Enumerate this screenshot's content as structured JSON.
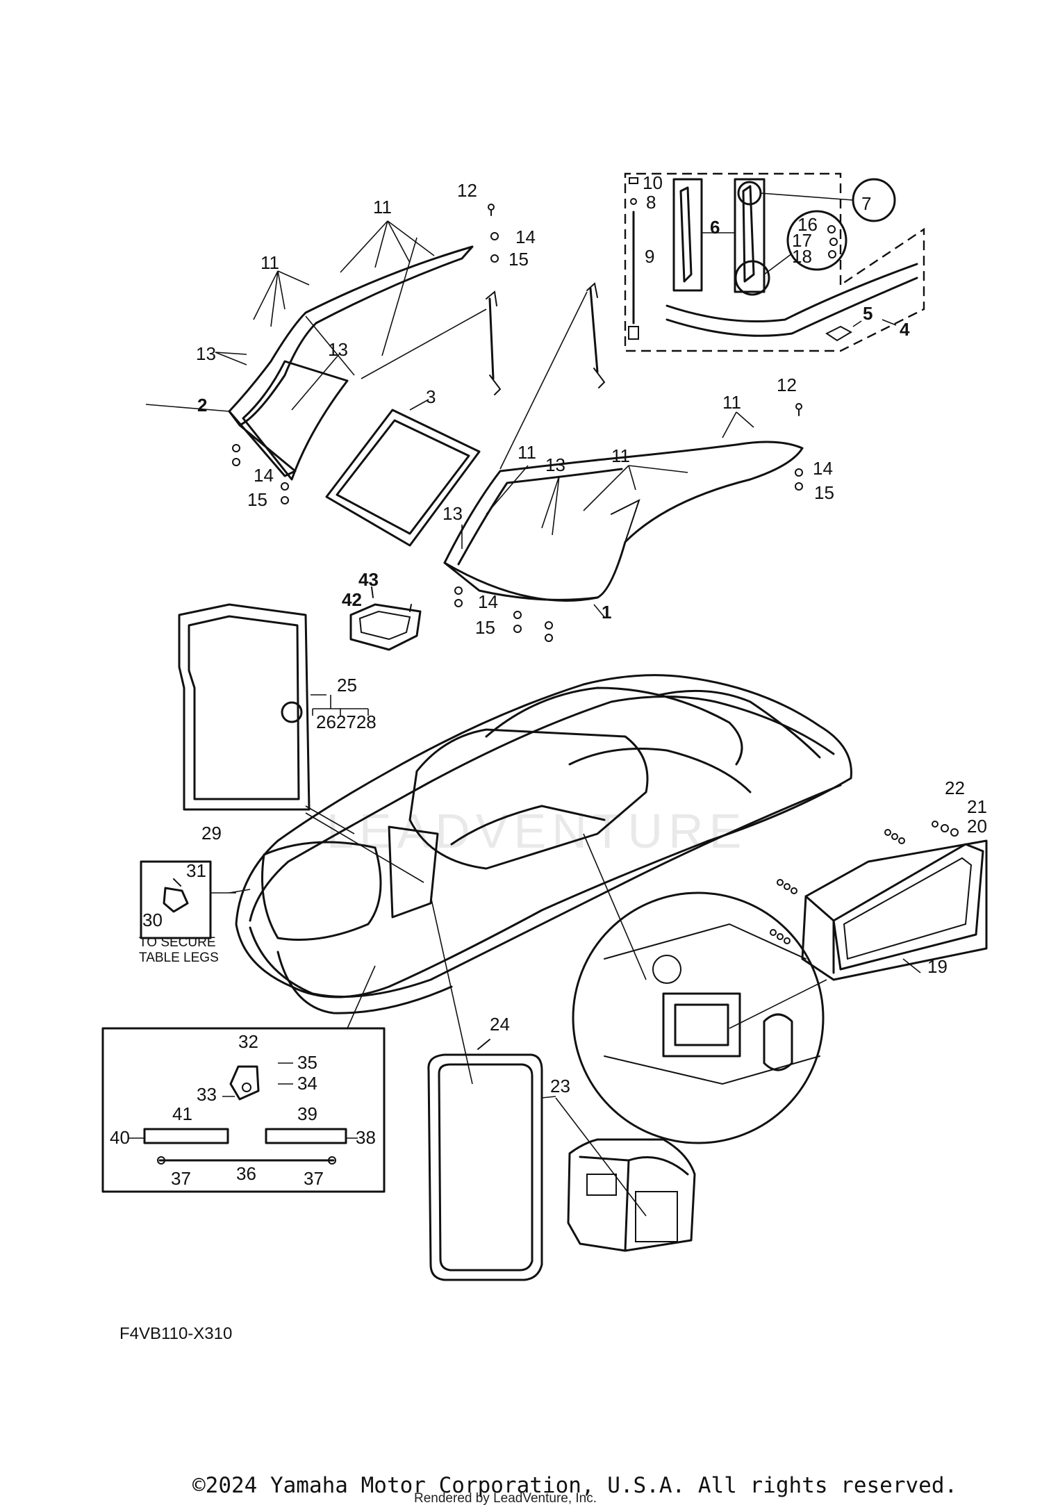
{
  "diagram": {
    "reference_code": "F4VB110-X310",
    "note_table_legs": [
      "TO SECURE",
      "TABLE LEGS"
    ],
    "watermark": "LEADVENTURE"
  },
  "callouts": [
    {
      "id": "c1",
      "label": "1"
    },
    {
      "id": "c2",
      "label": "2"
    },
    {
      "id": "c3",
      "label": "3"
    },
    {
      "id": "c4",
      "label": "4"
    },
    {
      "id": "c5",
      "label": "5"
    },
    {
      "id": "c6",
      "label": "6"
    },
    {
      "id": "c7",
      "label": "7"
    },
    {
      "id": "c8",
      "label": "8"
    },
    {
      "id": "c9",
      "label": "9"
    },
    {
      "id": "c10",
      "label": "10"
    },
    {
      "id": "c11a",
      "label": "11"
    },
    {
      "id": "c11b",
      "label": "11"
    },
    {
      "id": "c11c",
      "label": "11"
    },
    {
      "id": "c11d",
      "label": "11"
    },
    {
      "id": "c11e",
      "label": "11"
    },
    {
      "id": "c12a",
      "label": "12"
    },
    {
      "id": "c12b",
      "label": "12"
    },
    {
      "id": "c13a",
      "label": "13"
    },
    {
      "id": "c13b",
      "label": "13"
    },
    {
      "id": "c13c",
      "label": "13"
    },
    {
      "id": "c13d",
      "label": "13"
    },
    {
      "id": "c14a",
      "label": "14"
    },
    {
      "id": "c14b",
      "label": "14"
    },
    {
      "id": "c14c",
      "label": "14"
    },
    {
      "id": "c14d",
      "label": "14"
    },
    {
      "id": "c15a",
      "label": "15"
    },
    {
      "id": "c15b",
      "label": "15"
    },
    {
      "id": "c15c",
      "label": "15"
    },
    {
      "id": "c15d",
      "label": "15"
    },
    {
      "id": "c16",
      "label": "16"
    },
    {
      "id": "c17",
      "label": "17"
    },
    {
      "id": "c18",
      "label": "18"
    },
    {
      "id": "c19",
      "label": "19"
    },
    {
      "id": "c20",
      "label": "20"
    },
    {
      "id": "c21",
      "label": "21"
    },
    {
      "id": "c22",
      "label": "22"
    },
    {
      "id": "c23",
      "label": "23"
    },
    {
      "id": "c24",
      "label": "24"
    },
    {
      "id": "c25",
      "label": "25"
    },
    {
      "id": "c262728",
      "label": "262728"
    },
    {
      "id": "c29",
      "label": "29"
    },
    {
      "id": "c30",
      "label": "30"
    },
    {
      "id": "c31",
      "label": "31"
    },
    {
      "id": "c32",
      "label": "32"
    },
    {
      "id": "c33",
      "label": "33"
    },
    {
      "id": "c34",
      "label": "34"
    },
    {
      "id": "c35",
      "label": "35"
    },
    {
      "id": "c36",
      "label": "36"
    },
    {
      "id": "c37a",
      "label": "37"
    },
    {
      "id": "c37b",
      "label": "37"
    },
    {
      "id": "c38",
      "label": "38"
    },
    {
      "id": "c39",
      "label": "39"
    },
    {
      "id": "c40",
      "label": "40"
    },
    {
      "id": "c41",
      "label": "41"
    },
    {
      "id": "c42",
      "label": "42"
    },
    {
      "id": "c43",
      "label": "43"
    }
  ],
  "footer": {
    "copyright": "©2024 Yamaha Motor Corporation, U.S.A. All rights reserved.",
    "rendered_by": "Rendered by LeadVenture, Inc."
  }
}
